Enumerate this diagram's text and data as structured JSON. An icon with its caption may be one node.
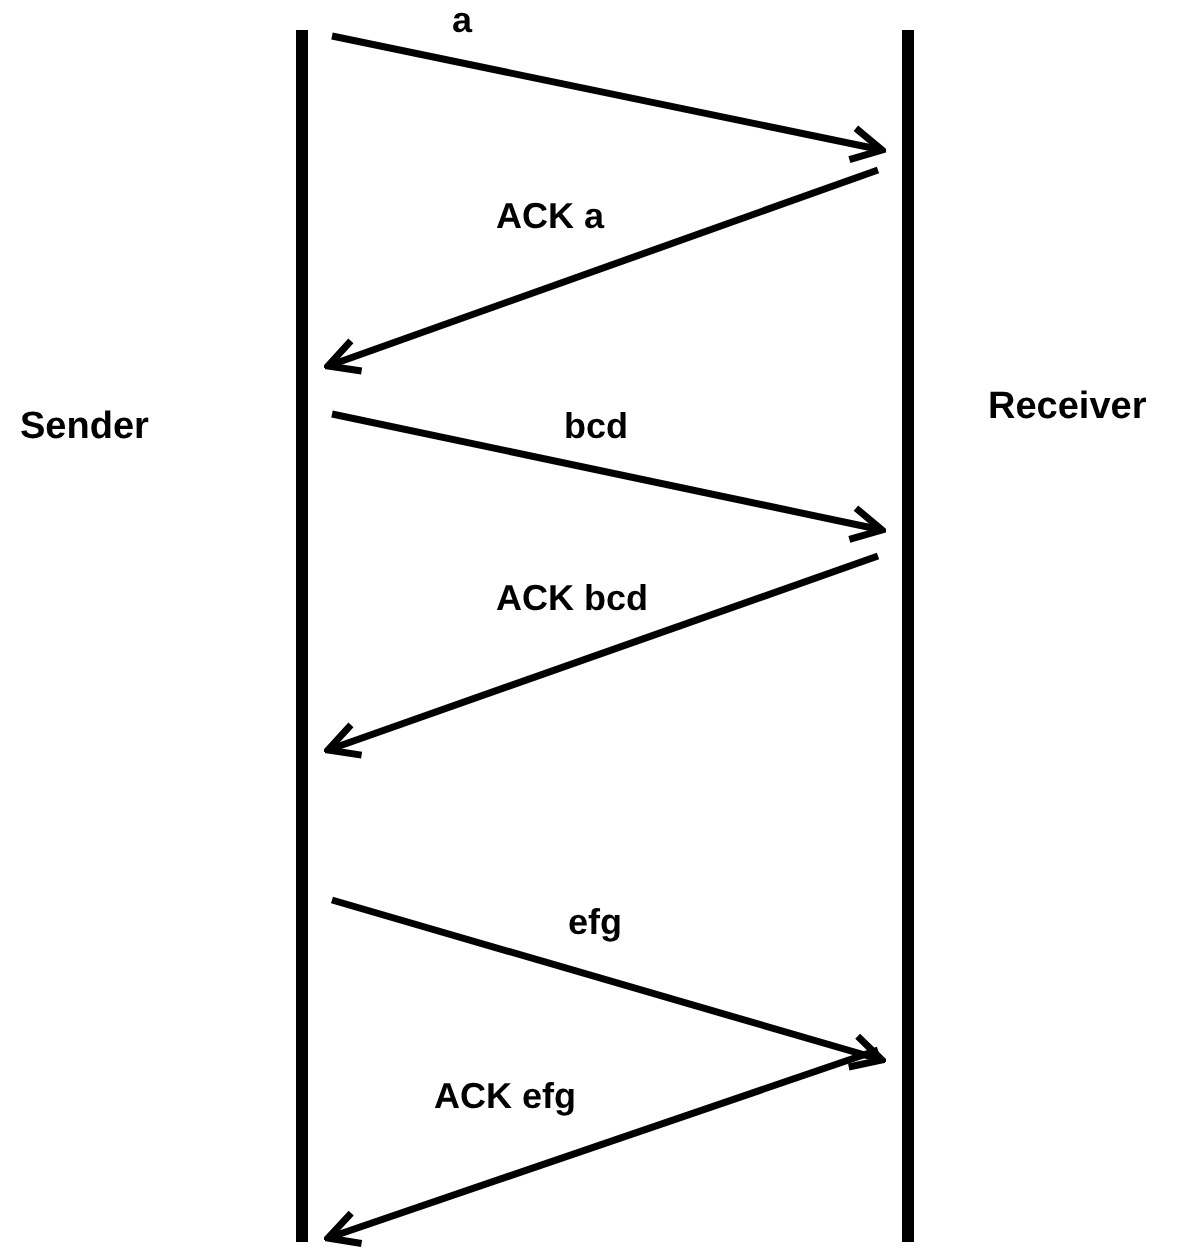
{
  "diagram": {
    "nodes": [
      {
        "text": [],
        "shape": "bar",
        "beside": [
          "Sender"
        ]
      },
      {
        "text": [],
        "shape": "bar",
        "beside": [
          "Receiver"
        ]
      }
    ],
    "edges": [
      {
        "from": 0,
        "to": 1,
        "arrow": "to",
        "label": "a"
      },
      {
        "from": 1,
        "to": 0,
        "arrow": "to",
        "label": "ACK a"
      },
      {
        "from": 0,
        "to": 1,
        "arrow": "to",
        "label": "bcd"
      },
      {
        "from": 1,
        "to": 0,
        "arrow": "to",
        "label": "ACK bcd"
      },
      {
        "from": 0,
        "to": 1,
        "arrow": "to",
        "label": "efg"
      },
      {
        "from": 1,
        "to": 0,
        "arrow": "to",
        "label": "ACK efg"
      }
    ]
  }
}
